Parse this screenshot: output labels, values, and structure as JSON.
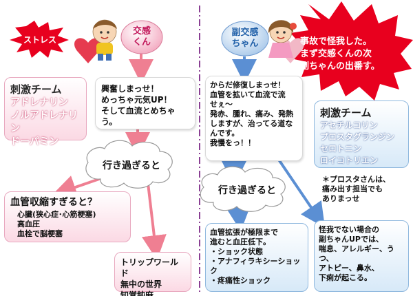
{
  "stress": {
    "label": "ストレス"
  },
  "kokan": {
    "name": "交感\nくん"
  },
  "fukukokan": {
    "name": "副交感\nちゃん"
  },
  "burst": {
    "text": "事故で怪我した。\nまず交感くんの次\n副ちゃんの出番す。"
  },
  "stim_left": {
    "title": "刺激チーム",
    "items": [
      "アドレナリン",
      "ノルアドレナリン",
      "ドーパミン"
    ]
  },
  "kokan_msg": {
    "text": "興奮しまっせ！\nめっちゃ元気UP！\nそして血流とめちゃう。"
  },
  "fuku_msg": {
    "text": "からだ修復しまっせ！\n血管を拡いて血流で流\nせぇ～\n発赤、腫れ、痛み、発熱\nしますが、治ってる道な\nんです。\n我慢をっ！！"
  },
  "stim_right": {
    "title": "刺激チーム",
    "items": [
      "アセチルコリン",
      "プロスタグランジン",
      "セロトニン",
      "ロイコトリエン"
    ]
  },
  "prosta_note": {
    "text": "＊プロスタさんは、\n痛み出す担当でも\nありまっせ"
  },
  "overshoot_left": {
    "text": "行き過ぎると"
  },
  "overshoot_right": {
    "text": "行き過ぎると"
  },
  "vaso_box": {
    "title": "血管収縮すぎると？",
    "text": "心臓(狭心症･心筋梗塞)\n高血圧\n血栓で脳梗塞"
  },
  "trip_box": {
    "text": "トリップワールド\n無中の世界\n知覚鈍麻"
  },
  "dilation_box": {
    "text": "血管拡張が極限まで\n進むと血圧低下。\n・ショック状態\n・アナフィラキシーショック\n・疼痛性ショック"
  },
  "injury_box": {
    "text": "怪我でない場合の\n副ちゃんUPでは、\n喘息、アレルギー、うつ、\nアトピー、鼻水、\n下痢が起こる。"
  },
  "colors": {
    "accent_red": "#e8001e",
    "arrow_pink": "#ef7f92",
    "arrow_blue": "#5b8fd3",
    "divider": "#8a3f93"
  }
}
